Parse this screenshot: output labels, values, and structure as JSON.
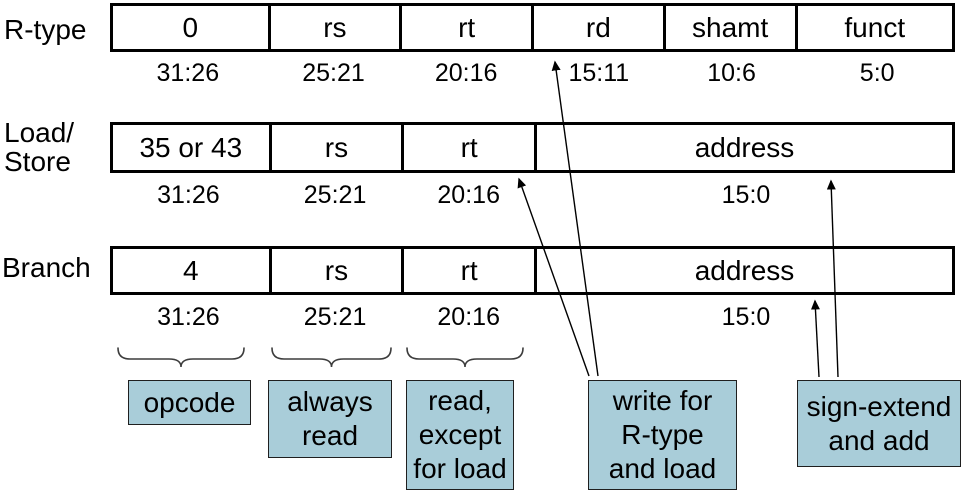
{
  "rows": [
    {
      "label_lines": [
        "R-type"
      ],
      "fields": [
        {
          "name": "0",
          "bits": "31:26"
        },
        {
          "name": "rs",
          "bits": "25:21"
        },
        {
          "name": "rt",
          "bits": "20:16"
        },
        {
          "name": "rd",
          "bits": "15:11"
        },
        {
          "name": "shamt",
          "bits": "10:6"
        },
        {
          "name": "funct",
          "bits": "5:0"
        }
      ]
    },
    {
      "label_lines": [
        "Load/",
        "Store"
      ],
      "fields": [
        {
          "name": "35 or 43",
          "bits": "31:26"
        },
        {
          "name": "rs",
          "bits": "25:21"
        },
        {
          "name": "rt",
          "bits": "20:16"
        },
        {
          "name": "address",
          "bits": "15:0"
        }
      ]
    },
    {
      "label_lines": [
        "Branch"
      ],
      "fields": [
        {
          "name": "4",
          "bits": "31:26"
        },
        {
          "name": "rs",
          "bits": "25:21"
        },
        {
          "name": "rt",
          "bits": "20:16"
        },
        {
          "name": "address",
          "bits": "15:0"
        }
      ]
    }
  ],
  "annotations": [
    {
      "lines": [
        "opcode"
      ]
    },
    {
      "lines": [
        "always",
        "read"
      ]
    },
    {
      "lines": [
        "read,",
        "except",
        "for load"
      ]
    },
    {
      "lines": [
        "write for",
        "R-type",
        "and load"
      ]
    },
    {
      "lines": [
        "sign-extend",
        "and add"
      ]
    }
  ],
  "colors": {
    "annotation_fill": "#a9cdd9",
    "line": "#000000"
  }
}
